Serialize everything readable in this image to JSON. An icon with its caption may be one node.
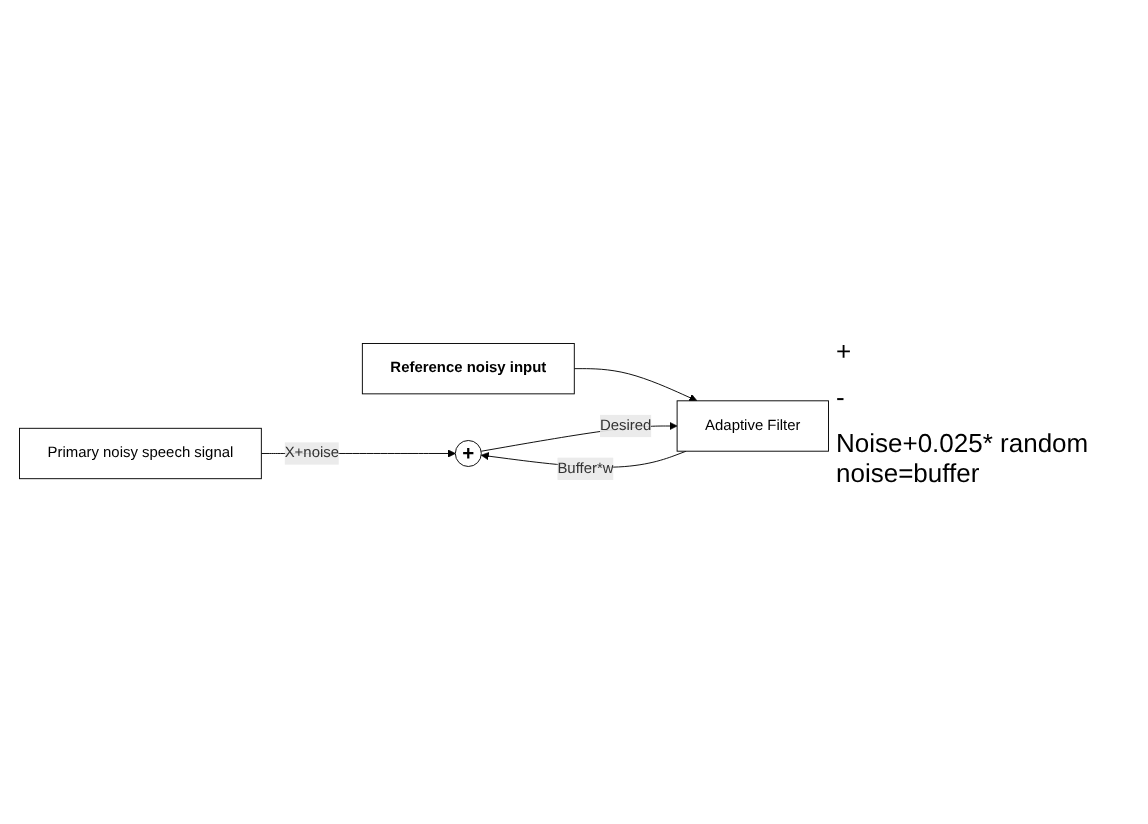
{
  "diagram": {
    "nodes": [
      {
        "text": [
          "Primary noisy speech signal"
        ]
      },
      {
        "text": [
          "Reference noisy input"
        ]
      },
      {
        "text": [
          "Adaptive Filter"
        ]
      },
      {
        "text": [
          "+"
        ]
      }
    ],
    "edges": [
      {
        "from": 0,
        "to": 3,
        "arrow": "to",
        "label": "X+noise"
      },
      {
        "from": 1,
        "to": 2,
        "arrow": "to"
      },
      {
        "from": 2,
        "to": 3,
        "arrow": "to",
        "label": "Buffer*w"
      },
      {
        "from": 3,
        "to": 2,
        "arrow": "to",
        "label": "Desired"
      }
    ],
    "labels": [
      "+",
      "-",
      "Noise+0.025* random noise=buffer"
    ]
  }
}
